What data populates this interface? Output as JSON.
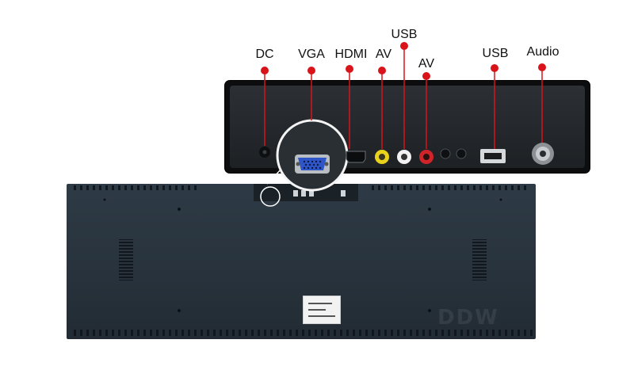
{
  "labels": {
    "dc": "DC",
    "vga": "VGA",
    "hdmi": "HDMI",
    "av1": "AV",
    "usb1": "USB",
    "av2": "AV",
    "usb2": "USB",
    "audio": "Audio"
  },
  "brand": "DDW",
  "colors": {
    "pointer": "#d8141a",
    "panel": "#27323c",
    "strip": "#24282c",
    "vga_blue": "#2f56c8",
    "av_yellow": "#e8d21c",
    "av_white": "#f2f2f2",
    "av_red": "#d0242a"
  }
}
